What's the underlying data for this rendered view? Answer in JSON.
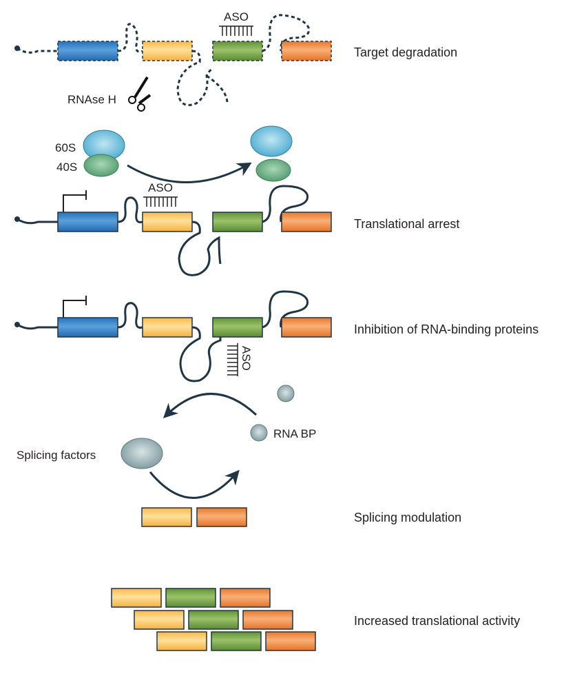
{
  "labels": {
    "target_degradation": "Target degradation",
    "translational_arrest": "Translational arrest",
    "inhibition_rbp": "Inhibition of RNA-binding proteins",
    "splicing_modulation": "Splicing modulation",
    "increased_translational_activity": "Increased translational activity",
    "aso_1": "ASO",
    "aso_2": "ASO",
    "aso_3": "ASO",
    "rnase_h": "RNAse H",
    "ribosome_60s": "60S",
    "ribosome_40s": "40S",
    "rna_bp": "RNA BP",
    "splicing_factors": "Splicing factors"
  },
  "colors": {
    "exon_blue": "#2e7fc4",
    "exon_yellow": "#fdc45e",
    "exon_green": "#6f9e3e",
    "exon_orange": "#ef8a3c",
    "rna_line": "#1f3545",
    "ribosome_60s": "#5fb9d8",
    "ribosome_40s": "#5ea77a",
    "rbp_grey": "#8fa7ad"
  },
  "icons": [
    "scissors-icon",
    "promoter-arrow-icon",
    "curved-arrow-icon"
  ]
}
